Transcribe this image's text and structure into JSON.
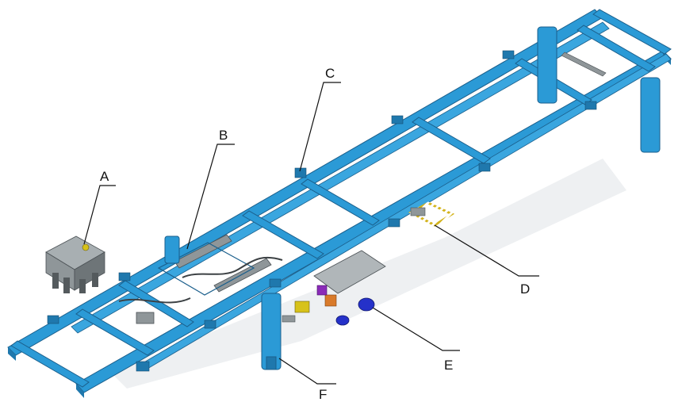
{
  "labels": {
    "A": "A",
    "B": "B",
    "C": "C",
    "D": "D",
    "E": "E",
    "F": "F"
  },
  "colors": {
    "frame_fill": "#2b9ad6",
    "frame_edge": "#1b5f8c",
    "frame_dark": "#1f78ad",
    "component_grey": "#8f9699",
    "component_dark": "#545a5d",
    "valve_yellow": "#d7c21a",
    "valve_blue": "#2531c9",
    "valve_purple": "#8a2bb8",
    "valve_orange": "#d97a2a",
    "hatch_yellow": "#d3b31c",
    "shadow": "#e9ebed"
  }
}
